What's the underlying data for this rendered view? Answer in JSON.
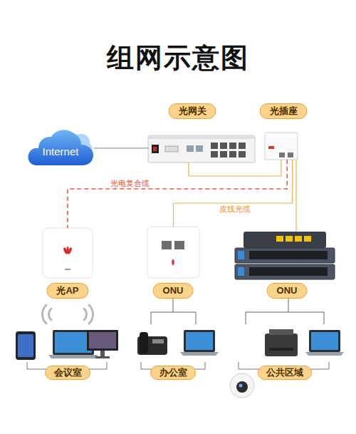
{
  "diagram": {
    "title": "组网示意图",
    "nodes": [
      {
        "text": [
          "光网关"
        ]
      },
      {
        "text": [
          "光插座"
        ]
      },
      {
        "text": [
          "Internet"
        ]
      },
      {
        "text": [
          "光AP"
        ]
      },
      {
        "text": [
          "ONU"
        ]
      },
      {
        "text": [
          "ONU"
        ]
      },
      {
        "text": [
          "会议室"
        ]
      },
      {
        "text": [
          "办公室"
        ]
      },
      {
        "text": [
          "公共区域"
        ]
      }
    ],
    "edges": [
      {
        "from": 2,
        "to": 0,
        "arrow": "none"
      },
      {
        "from": 0,
        "to": 1,
        "arrow": "none"
      },
      {
        "from": 1,
        "to": 3,
        "label": "光电复合缆",
        "arrow": "none"
      },
      {
        "from": 1,
        "to": 4,
        "label": "皮线光缆",
        "arrow": "none"
      },
      {
        "from": 1,
        "to": 5,
        "arrow": "none"
      }
    ]
  }
}
